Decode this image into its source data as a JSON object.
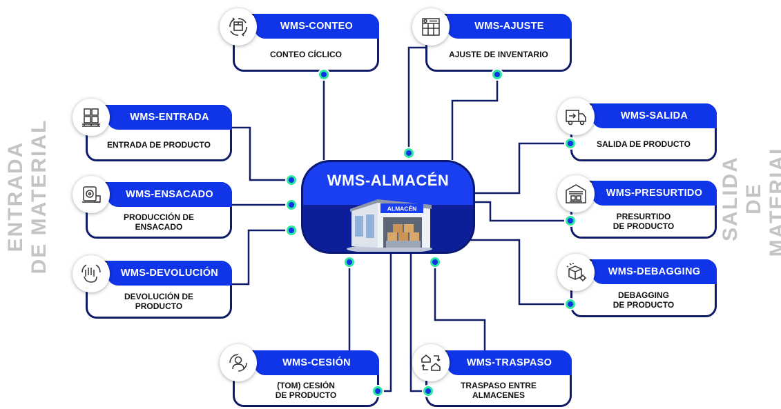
{
  "side_labels": {
    "left": "ENTRADA\nDE MATERIAL",
    "right": "SALIDA DE\nMATERIAL"
  },
  "center": {
    "title": "WMS-ALMACÉN",
    "building_sign": "ALMACÉN"
  },
  "cards": {
    "conteo": {
      "title": "WMS-CONTEO",
      "subtitle": "CONTEO CÍCLICO",
      "icon": "cycle-box-icon"
    },
    "ajuste": {
      "title": "WMS-AJUSTE",
      "subtitle": "AJUSTE DE INVENTARIO",
      "icon": "inventory-board-icon"
    },
    "entrada": {
      "title": "WMS-ENTRADA",
      "subtitle": "ENTRADA DE PRODUCTO",
      "icon": "pallet-boxes-icon"
    },
    "ensacado": {
      "title": "WMS-ENSACADO",
      "subtitle": "PRODUCCIÓN DE\nENSACADO",
      "icon": "bagging-machine-icon"
    },
    "devolucion": {
      "title": "WMS-DEVOLUCIÓN",
      "subtitle": "DEVOLUCIÓN DE\nPRODUCTO",
      "icon": "return-hand-icon"
    },
    "cesion": {
      "title": "WMS-CESIÓN",
      "subtitle": "(TOM) CESIÓN\nDE PRODUCTO",
      "icon": "person-cycle-icon"
    },
    "traspaso": {
      "title": "WMS-TRASPASO",
      "subtitle": "TRASPASO ENTRE\nALMACENES",
      "icon": "warehouse-transfer-icon"
    },
    "salida": {
      "title": "WMS-SALIDA",
      "subtitle": "SALIDA DE PRODUCTO",
      "icon": "delivery-truck-icon"
    },
    "presurtido": {
      "title": "WMS-PRESURTIDO",
      "subtitle": "PRESURTIDO\nDE PRODUCTO",
      "icon": "warehouse-pallet-icon"
    },
    "debagging": {
      "title": "WMS-DEBAGGING",
      "subtitle": "DEBAGGING\nDE PRODUCTO",
      "icon": "box-settings-icon"
    }
  },
  "colors": {
    "primary_blue": "#1034e8",
    "navy": "#0f1a66",
    "accent_green": "#2ee6a0",
    "side_label_gray": "#c4c4c4"
  }
}
